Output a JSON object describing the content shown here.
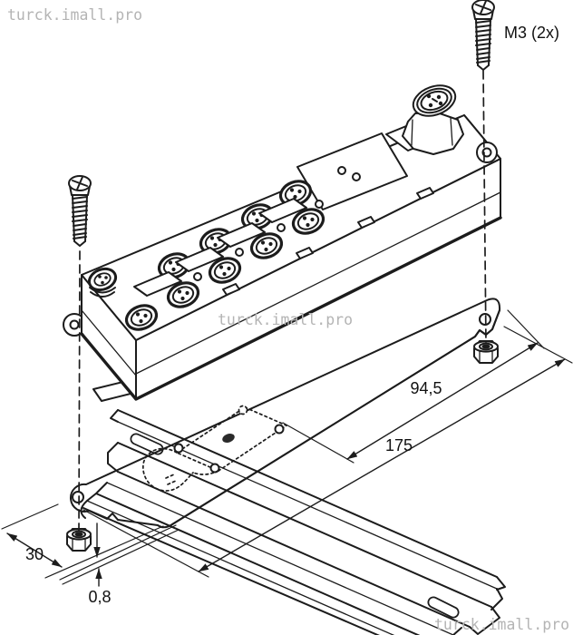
{
  "watermarks": {
    "top_left": "turck.imall.pro",
    "center": "turck.imall.pro",
    "bottom_right": "turck.imall.pro"
  },
  "callouts": {
    "screw_label": "M3 (2x)"
  },
  "dimensions": {
    "hole_offset_mm": "94,5",
    "plate_length_mm": "175",
    "plate_width_mm": "30",
    "plate_thickness_mm": "0,8"
  },
  "colors": {
    "line": "#1c1c1c",
    "plate_fill": "#d9d9d9",
    "watermark": "#b4b4b4",
    "background": "#ffffff"
  },
  "parts": {
    "module": "fieldbus-io-module",
    "plate": "mounting-adapter-plate",
    "rail": "din-rail",
    "screws": "m3-mounting-screws",
    "nuts": "m3-hex-nuts"
  }
}
